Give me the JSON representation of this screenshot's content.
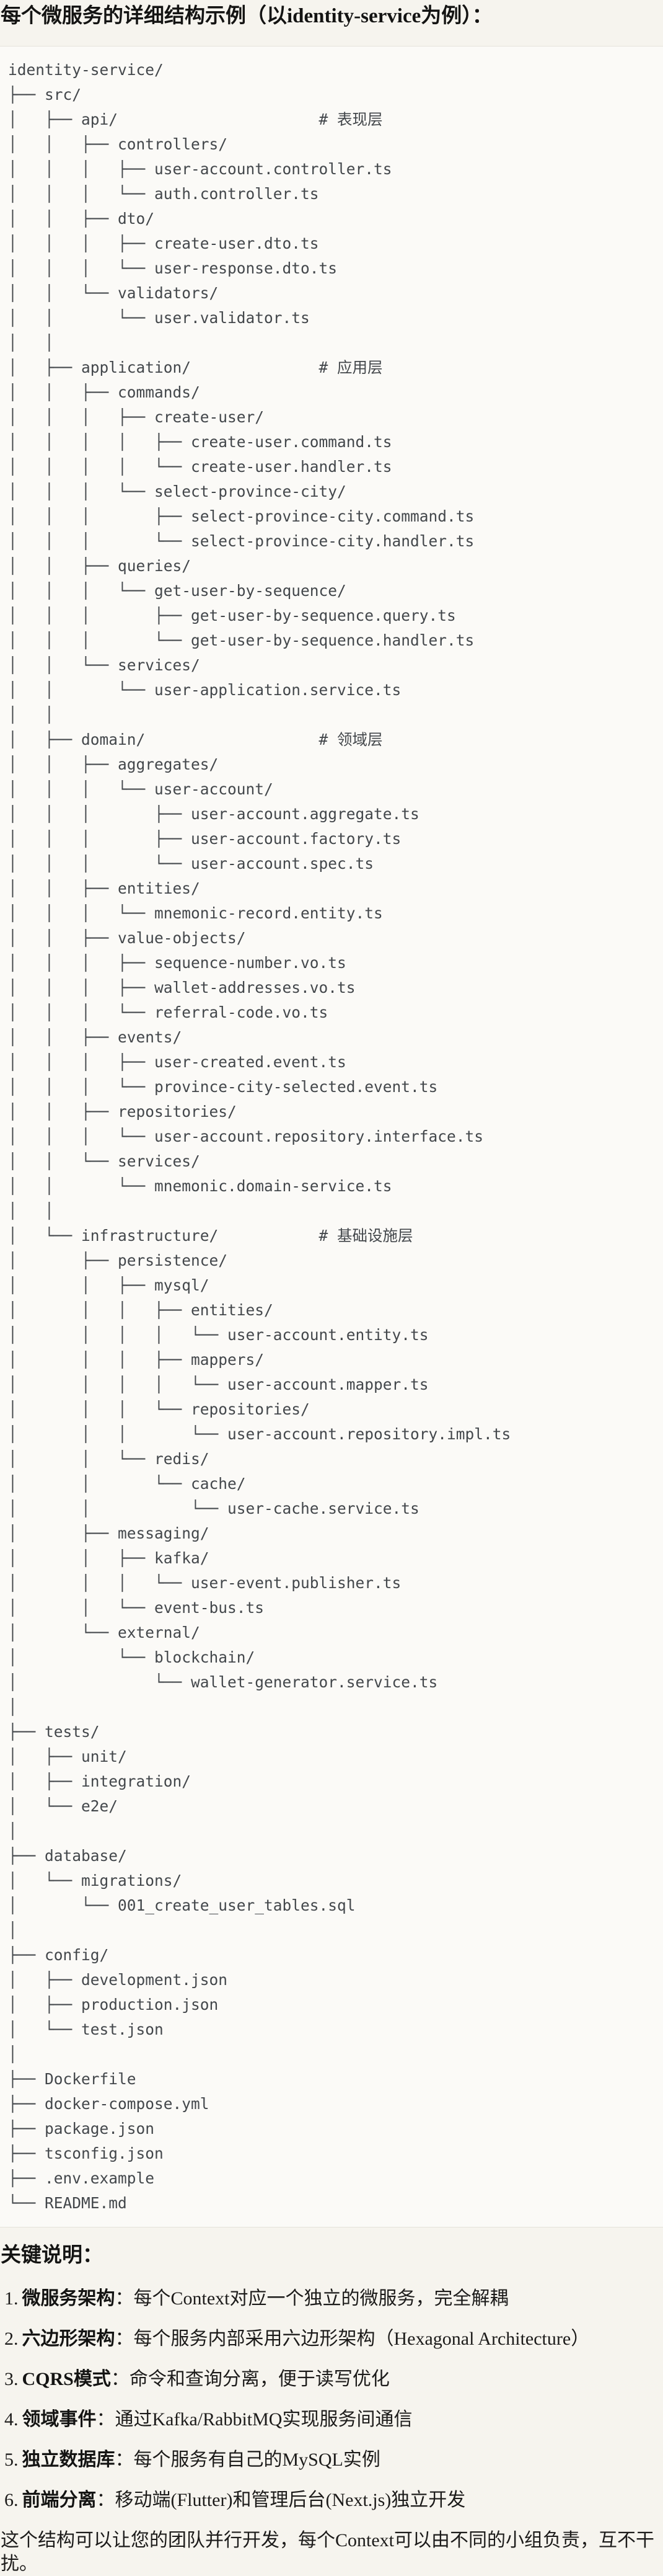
{
  "page": {
    "title": "每个微服务的详细结构示例（以identity-service为例）："
  },
  "tree": {
    "lines": [
      "identity-service/",
      "├── src/",
      "│   ├── api/                      # 表现层",
      "│   │   ├── controllers/",
      "│   │   │   ├── user-account.controller.ts",
      "│   │   │   └── auth.controller.ts",
      "│   │   ├── dto/",
      "│   │   │   ├── create-user.dto.ts",
      "│   │   │   └── user-response.dto.ts",
      "│   │   └── validators/",
      "│   │       └── user.validator.ts",
      "│   │",
      "│   ├── application/              # 应用层",
      "│   │   ├── commands/",
      "│   │   │   ├── create-user/",
      "│   │   │   │   ├── create-user.command.ts",
      "│   │   │   │   └── create-user.handler.ts",
      "│   │   │   └── select-province-city/",
      "│   │   │       ├── select-province-city.command.ts",
      "│   │   │       └── select-province-city.handler.ts",
      "│   │   ├── queries/",
      "│   │   │   └── get-user-by-sequence/",
      "│   │   │       ├── get-user-by-sequence.query.ts",
      "│   │   │       └── get-user-by-sequence.handler.ts",
      "│   │   └── services/",
      "│   │       └── user-application.service.ts",
      "│   │",
      "│   ├── domain/                   # 领域层",
      "│   │   ├── aggregates/",
      "│   │   │   └── user-account/",
      "│   │   │       ├── user-account.aggregate.ts",
      "│   │   │       ├── user-account.factory.ts",
      "│   │   │       └── user-account.spec.ts",
      "│   │   ├── entities/",
      "│   │   │   └── mnemonic-record.entity.ts",
      "│   │   ├── value-objects/",
      "│   │   │   ├── sequence-number.vo.ts",
      "│   │   │   ├── wallet-addresses.vo.ts",
      "│   │   │   └── referral-code.vo.ts",
      "│   │   ├── events/",
      "│   │   │   ├── user-created.event.ts",
      "│   │   │   └── province-city-selected.event.ts",
      "│   │   ├── repositories/",
      "│   │   │   └── user-account.repository.interface.ts",
      "│   │   └── services/",
      "│   │       └── mnemonic.domain-service.ts",
      "│   │",
      "│   └── infrastructure/           # 基础设施层",
      "│       ├── persistence/",
      "│       │   ├── mysql/",
      "│       │   │   ├── entities/",
      "│       │   │   │   └── user-account.entity.ts",
      "│       │   │   ├── mappers/",
      "│       │   │   │   └── user-account.mapper.ts",
      "│       │   │   └── repositories/",
      "│       │   │       └── user-account.repository.impl.ts",
      "│       │   └── redis/",
      "│       │       └── cache/",
      "│       │           └── user-cache.service.ts",
      "│       ├── messaging/",
      "│       │   ├── kafka/",
      "│       │   │   └── user-event.publisher.ts",
      "│       │   └── event-bus.ts",
      "│       └── external/",
      "│           └── blockchain/",
      "│               └── wallet-generator.service.ts",
      "│",
      "├── tests/",
      "│   ├── unit/",
      "│   ├── integration/",
      "│   └── e2e/",
      "│",
      "├── database/",
      "│   └── migrations/",
      "│       └── 001_create_user_tables.sql",
      "│",
      "├── config/",
      "│   ├── development.json",
      "│   ├── production.json",
      "│   └── test.json",
      "│",
      "├── Dockerfile",
      "├── docker-compose.yml",
      "├── package.json",
      "├── tsconfig.json",
      "├── .env.example",
      "└── README.md"
    ]
  },
  "notes": {
    "heading": "关键说明：",
    "items": [
      {
        "num": "1.",
        "term": "微服务架构",
        "desc": "：每个Context对应一个独立的微服务，完全解耦"
      },
      {
        "num": "2.",
        "term": "六边形架构",
        "desc": "：每个服务内部采用六边形架构（Hexagonal Architecture）"
      },
      {
        "num": "3.",
        "term": "CQRS模式",
        "desc": "：命令和查询分离，便于读写优化"
      },
      {
        "num": "4.",
        "term": "领域事件",
        "desc": "：通过Kafka/RabbitMQ实现服务间通信"
      },
      {
        "num": "5.",
        "term": "独立数据库",
        "desc": "：每个服务有自己的MySQL实例"
      },
      {
        "num": "6.",
        "term": "前端分离",
        "desc": "：移动端(Flutter)和管理后台(Next.js)独立开发"
      }
    ],
    "closing": "这个结构可以让您的团队并行开发，每个Context可以由不同的小组负责，互不干扰。"
  }
}
